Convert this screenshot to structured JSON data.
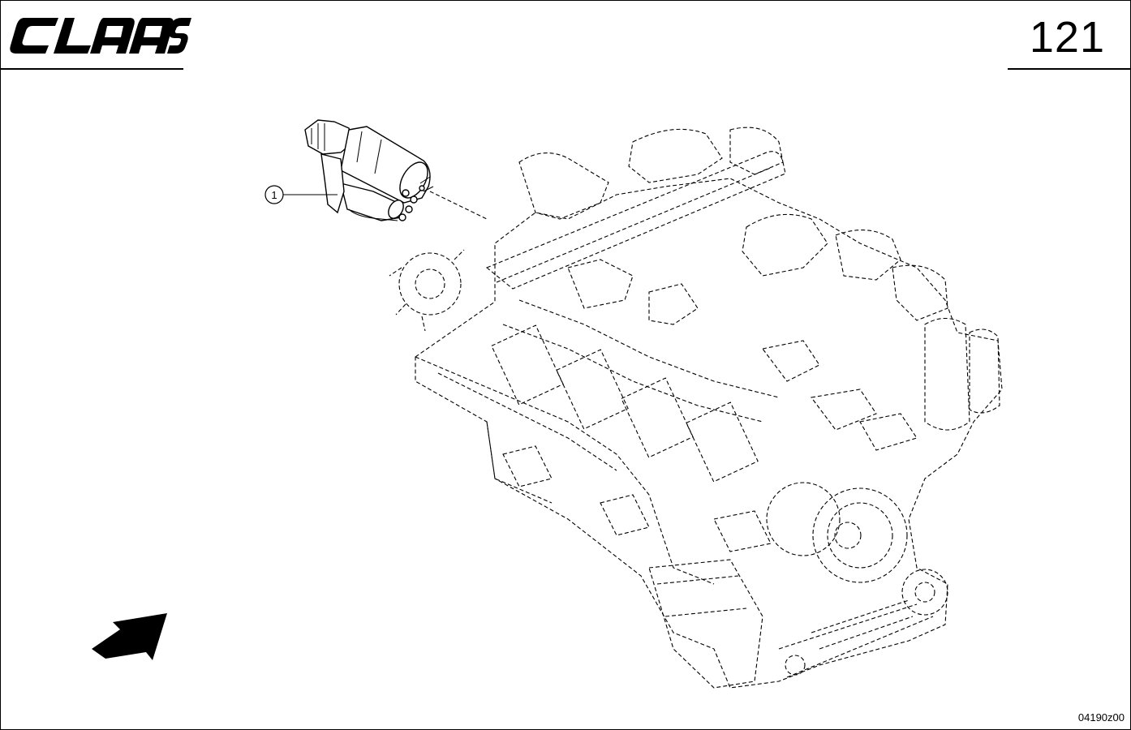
{
  "header": {
    "brand": "CLAAS",
    "page_number": "121"
  },
  "callouts": [
    {
      "label": "1",
      "part": "starter-motor"
    }
  ],
  "figure_code": "04190z00",
  "icons": {
    "logo": "claas-logo",
    "direction_arrow": "direction-arrow-icon"
  }
}
